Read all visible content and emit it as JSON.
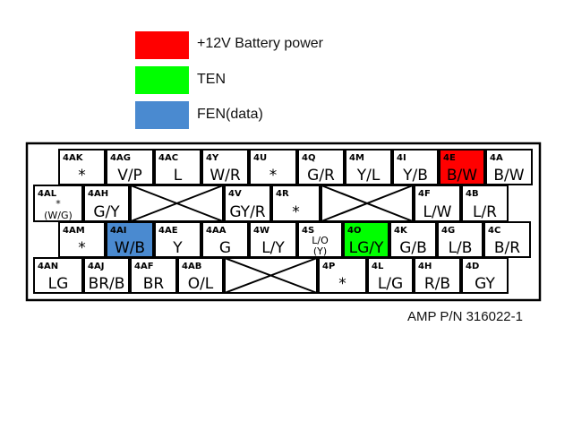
{
  "legend": [
    {
      "label": "+12V Battery power",
      "color": "#ff0000"
    },
    {
      "label": "TEN",
      "color": "#00ff00"
    },
    {
      "label": "FEN(data)",
      "color": "#4a8ad0"
    }
  ],
  "part_number": "AMP P/N 316022-1",
  "connector": {
    "rows": [
      [
        {
          "pin": "4AK",
          "wire": "*"
        },
        {
          "pin": "4AG",
          "wire": "V/P"
        },
        {
          "pin": "4AC",
          "wire": "L"
        },
        {
          "pin": "4Y",
          "wire": "W/R"
        },
        {
          "pin": "4U",
          "wire": "*"
        },
        {
          "pin": "4Q",
          "wire": "G/R"
        },
        {
          "pin": "4M",
          "wire": "Y/L"
        },
        {
          "pin": "4I",
          "wire": "Y/B"
        },
        {
          "pin": "4E",
          "wire": "B/W",
          "highlight": "#ff0000"
        },
        {
          "pin": "4A",
          "wire": "B/W"
        }
      ],
      [
        {
          "pin": "4AL",
          "wire": "*",
          "note": "(W/G)"
        },
        {
          "pin": "4AH",
          "wire": "G/Y"
        },
        {
          "blank": true
        },
        {
          "pin": "4V",
          "wire": "GY/R"
        },
        {
          "pin": "4R",
          "wire": "*"
        },
        {
          "blank": true
        },
        {
          "pin": "4F",
          "wire": "L/W"
        },
        {
          "pin": "4B",
          "wire": "L/R"
        }
      ],
      [
        {
          "pin": "4AM",
          "wire": "*"
        },
        {
          "pin": "4AI",
          "wire": "W/B",
          "highlight": "#4a8ad0"
        },
        {
          "pin": "4AE",
          "wire": "Y"
        },
        {
          "pin": "4AA",
          "wire": "G"
        },
        {
          "pin": "4W",
          "wire": "L/Y"
        },
        {
          "pin": "4S",
          "wire": "L/O",
          "note": "(Y)"
        },
        {
          "pin": "4O",
          "wire": "LG/Y",
          "highlight": "#00ff00"
        },
        {
          "pin": "4K",
          "wire": "G/B"
        },
        {
          "pin": "4G",
          "wire": "L/B"
        },
        {
          "pin": "4C",
          "wire": "B/R"
        }
      ],
      [
        {
          "pin": "4AN",
          "wire": "LG"
        },
        {
          "pin": "4AJ",
          "wire": "BR/B"
        },
        {
          "pin": "4AF",
          "wire": "BR"
        },
        {
          "pin": "4AB",
          "wire": "O/L"
        },
        {
          "blank": true
        },
        {
          "pin": "4P",
          "wire": "*"
        },
        {
          "pin": "4L",
          "wire": "L/G"
        },
        {
          "pin": "4H",
          "wire": "R/B"
        },
        {
          "pin": "4D",
          "wire": "GY"
        }
      ]
    ]
  }
}
